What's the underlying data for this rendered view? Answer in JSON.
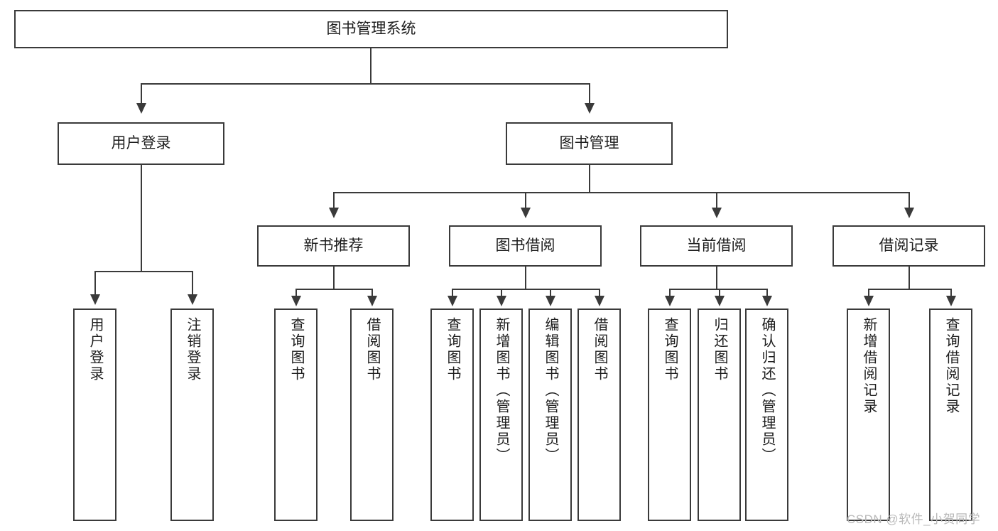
{
  "diagram": {
    "type": "tree-hierarchy",
    "title": "图书管理系统",
    "root": {
      "label": "图书管理系统"
    },
    "level2": [
      {
        "id": "user-login",
        "label": "用户登录"
      },
      {
        "id": "book-management",
        "label": "图书管理"
      }
    ],
    "level3": [
      {
        "id": "new-book-recommend",
        "label": "新书推荐",
        "parent": "book-management"
      },
      {
        "id": "book-borrow",
        "label": "图书借阅",
        "parent": "book-management"
      },
      {
        "id": "current-borrow",
        "label": "当前借阅",
        "parent": "book-management"
      },
      {
        "id": "borrow-record",
        "label": "借阅记录",
        "parent": "book-management"
      }
    ],
    "leaves": {
      "user-login": [
        {
          "id": "leaf-user-login",
          "label": "用户登录"
        },
        {
          "id": "leaf-logout",
          "label": "注销登录"
        }
      ],
      "new-book-recommend": [
        {
          "id": "leaf-query-book-1",
          "label": "查询图书"
        },
        {
          "id": "leaf-borrow-book-1",
          "label": "借阅图书"
        }
      ],
      "book-borrow": [
        {
          "id": "leaf-query-book-2",
          "label": "查询图书"
        },
        {
          "id": "leaf-add-book",
          "label": "新增图书（管理员）"
        },
        {
          "id": "leaf-edit-book",
          "label": "编辑图书（管理员）"
        },
        {
          "id": "leaf-borrow-book-2",
          "label": "借阅图书"
        }
      ],
      "current-borrow": [
        {
          "id": "leaf-query-book-3",
          "label": "查询图书"
        },
        {
          "id": "leaf-return-book",
          "label": "归还图书"
        },
        {
          "id": "leaf-confirm-return",
          "label": "确认归还（管理员）"
        }
      ],
      "borrow-record": [
        {
          "id": "leaf-add-record",
          "label": "新增借阅记录"
        },
        {
          "id": "leaf-query-record",
          "label": "查询借阅记录"
        }
      ]
    }
  },
  "watermark": {
    "text": "CSDN @软件_小贺同学"
  },
  "colors": {
    "stroke": "#3a3a3a",
    "text": "#1d1d1d",
    "background": "#ffffff",
    "watermark": "#b9b9b9"
  }
}
